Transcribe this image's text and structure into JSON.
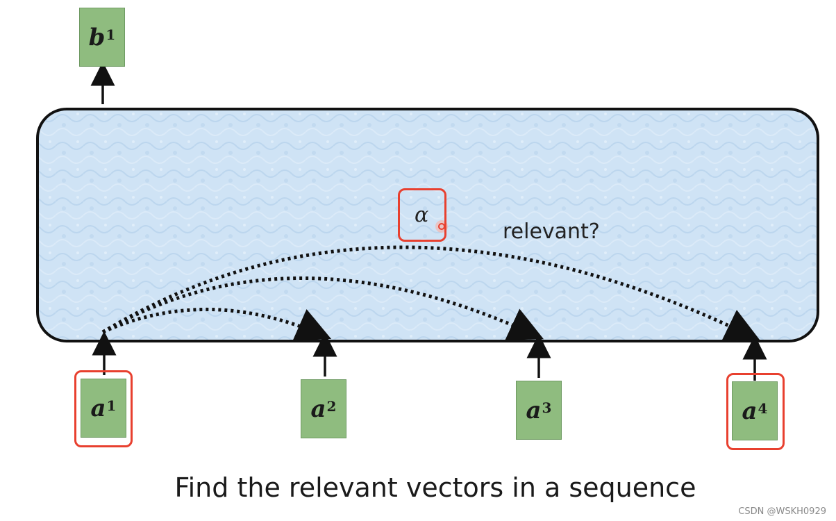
{
  "output_vector": {
    "base": "b",
    "sup": "1"
  },
  "input_vectors": [
    {
      "base": "a",
      "sup": "1",
      "highlighted": true
    },
    {
      "base": "a",
      "sup": "2",
      "highlighted": false
    },
    {
      "base": "a",
      "sup": "3",
      "highlighted": false
    },
    {
      "base": "a",
      "sup": "4",
      "highlighted": true
    }
  ],
  "alpha_label": "α",
  "relevant_label": "relevant?",
  "caption": "Find the relevant vectors in a sequence",
  "watermark": "CSDN @WSKH0929",
  "colors": {
    "vector_fill": "#8fbc7f",
    "block_fill": "#cfe3f5",
    "highlight": "#e8402f"
  }
}
